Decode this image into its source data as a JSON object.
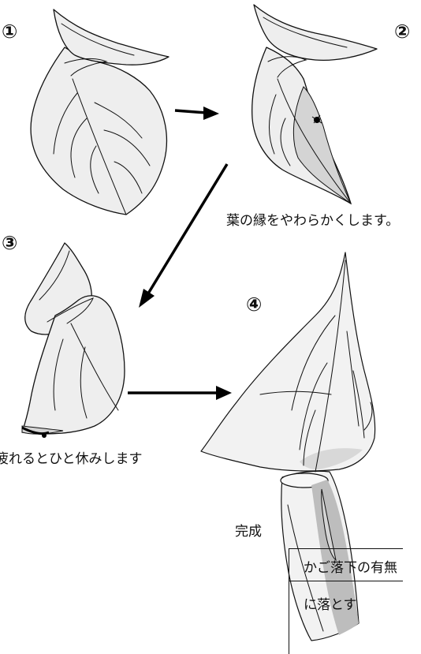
{
  "steps": {
    "one": "①",
    "two": "②",
    "three": "③",
    "four": "④"
  },
  "captions": {
    "step2": "葉の縁をやわらかくします。",
    "step3": "疲れるとひと休みします",
    "step4": "完成"
  },
  "table": {
    "header": "かご落下の有無",
    "row1": "に落とす"
  }
}
